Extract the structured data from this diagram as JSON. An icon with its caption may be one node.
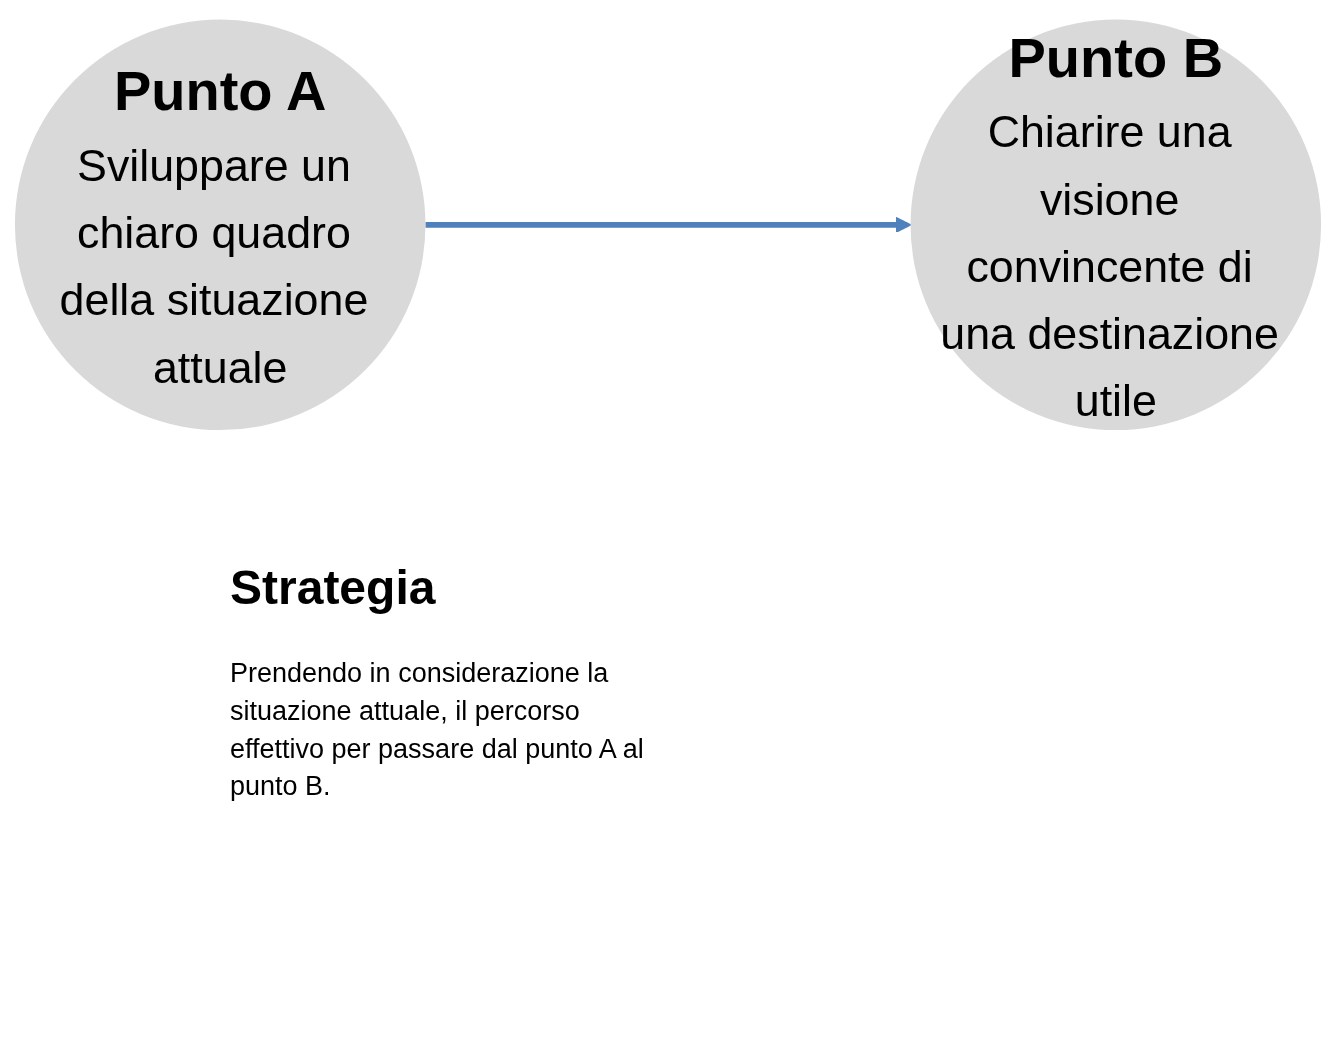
{
  "diagram": {
    "nodes": [
      {
        "text": [
          "Punto A",
          "Sviluppare un chiaro quadro della situazione attuale"
        ]
      },
      {
        "text": [
          "Punto B",
          "Chiarire una visione convincente di una destinazione utile"
        ]
      }
    ],
    "edges": [
      {
        "from": 0,
        "to": 1,
        "arrow": "to"
      }
    ],
    "labels": [
      "Strategia",
      "Prendendo in considerazione la situazione attuale, il percorso effettivo per passare dal punto A al punto B."
    ]
  }
}
